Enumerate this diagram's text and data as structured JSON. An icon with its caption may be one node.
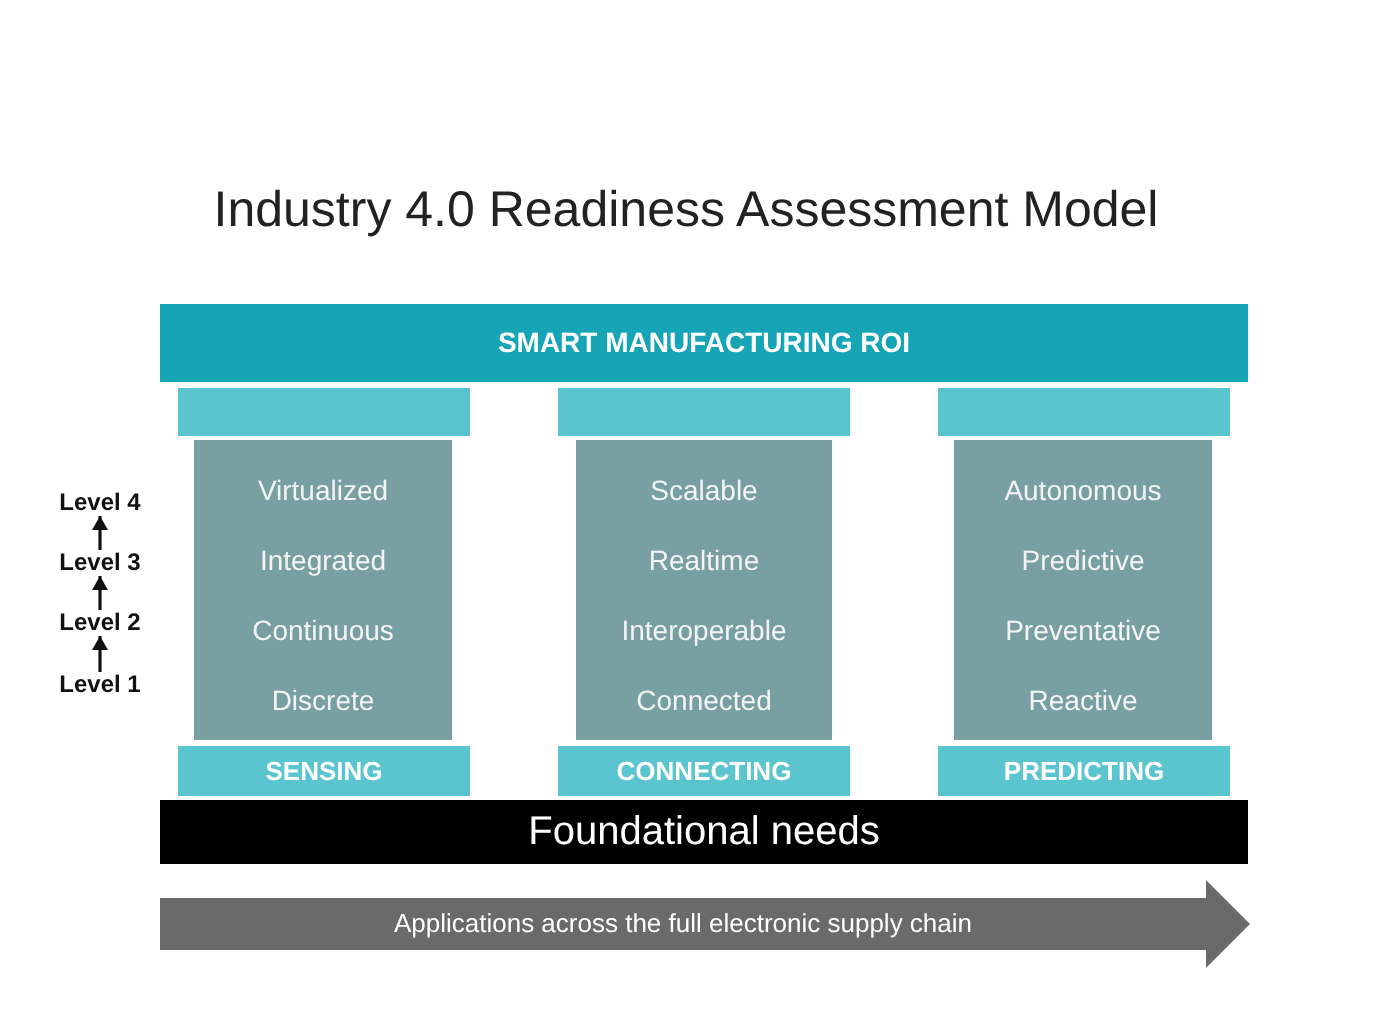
{
  "diagram": {
    "title": "Industry 4.0 Readiness Assessment Model",
    "nodes": [
      {
        "text": [
          "SMART MANUFACTURING ROI"
        ]
      },
      {
        "text": [],
        "shape": "box"
      },
      {
        "text": [],
        "shape": "box"
      },
      {
        "text": [],
        "shape": "box"
      },
      {
        "text": [
          "Level 4"
        ]
      },
      {
        "text": [
          "Level 3"
        ]
      },
      {
        "text": [
          "Level 2"
        ]
      },
      {
        "text": [
          "Level 1"
        ]
      },
      {
        "text": [
          "Virtualized",
          "Integrated",
          "Continuous",
          "Discrete"
        ]
      },
      {
        "text": [
          "Scalable",
          "Realtime",
          "Interoperable",
          "Connected"
        ]
      },
      {
        "text": [
          "Autonomous",
          "Predictive",
          "Preventative",
          "Reactive"
        ]
      },
      {
        "text": [
          "SENSING"
        ]
      },
      {
        "text": [
          "CONNECTING"
        ]
      },
      {
        "text": [
          "PREDICTING"
        ]
      },
      {
        "text": [
          "Foundational needs"
        ]
      },
      {
        "text": [
          "Applications across the full electronic supply chain"
        ]
      }
    ],
    "edges": [
      {
        "from": 7,
        "to": 6,
        "arrow": "to"
      },
      {
        "from": 6,
        "to": 5,
        "arrow": "to"
      },
      {
        "from": 5,
        "to": 4,
        "arrow": "to"
      }
    ]
  }
}
